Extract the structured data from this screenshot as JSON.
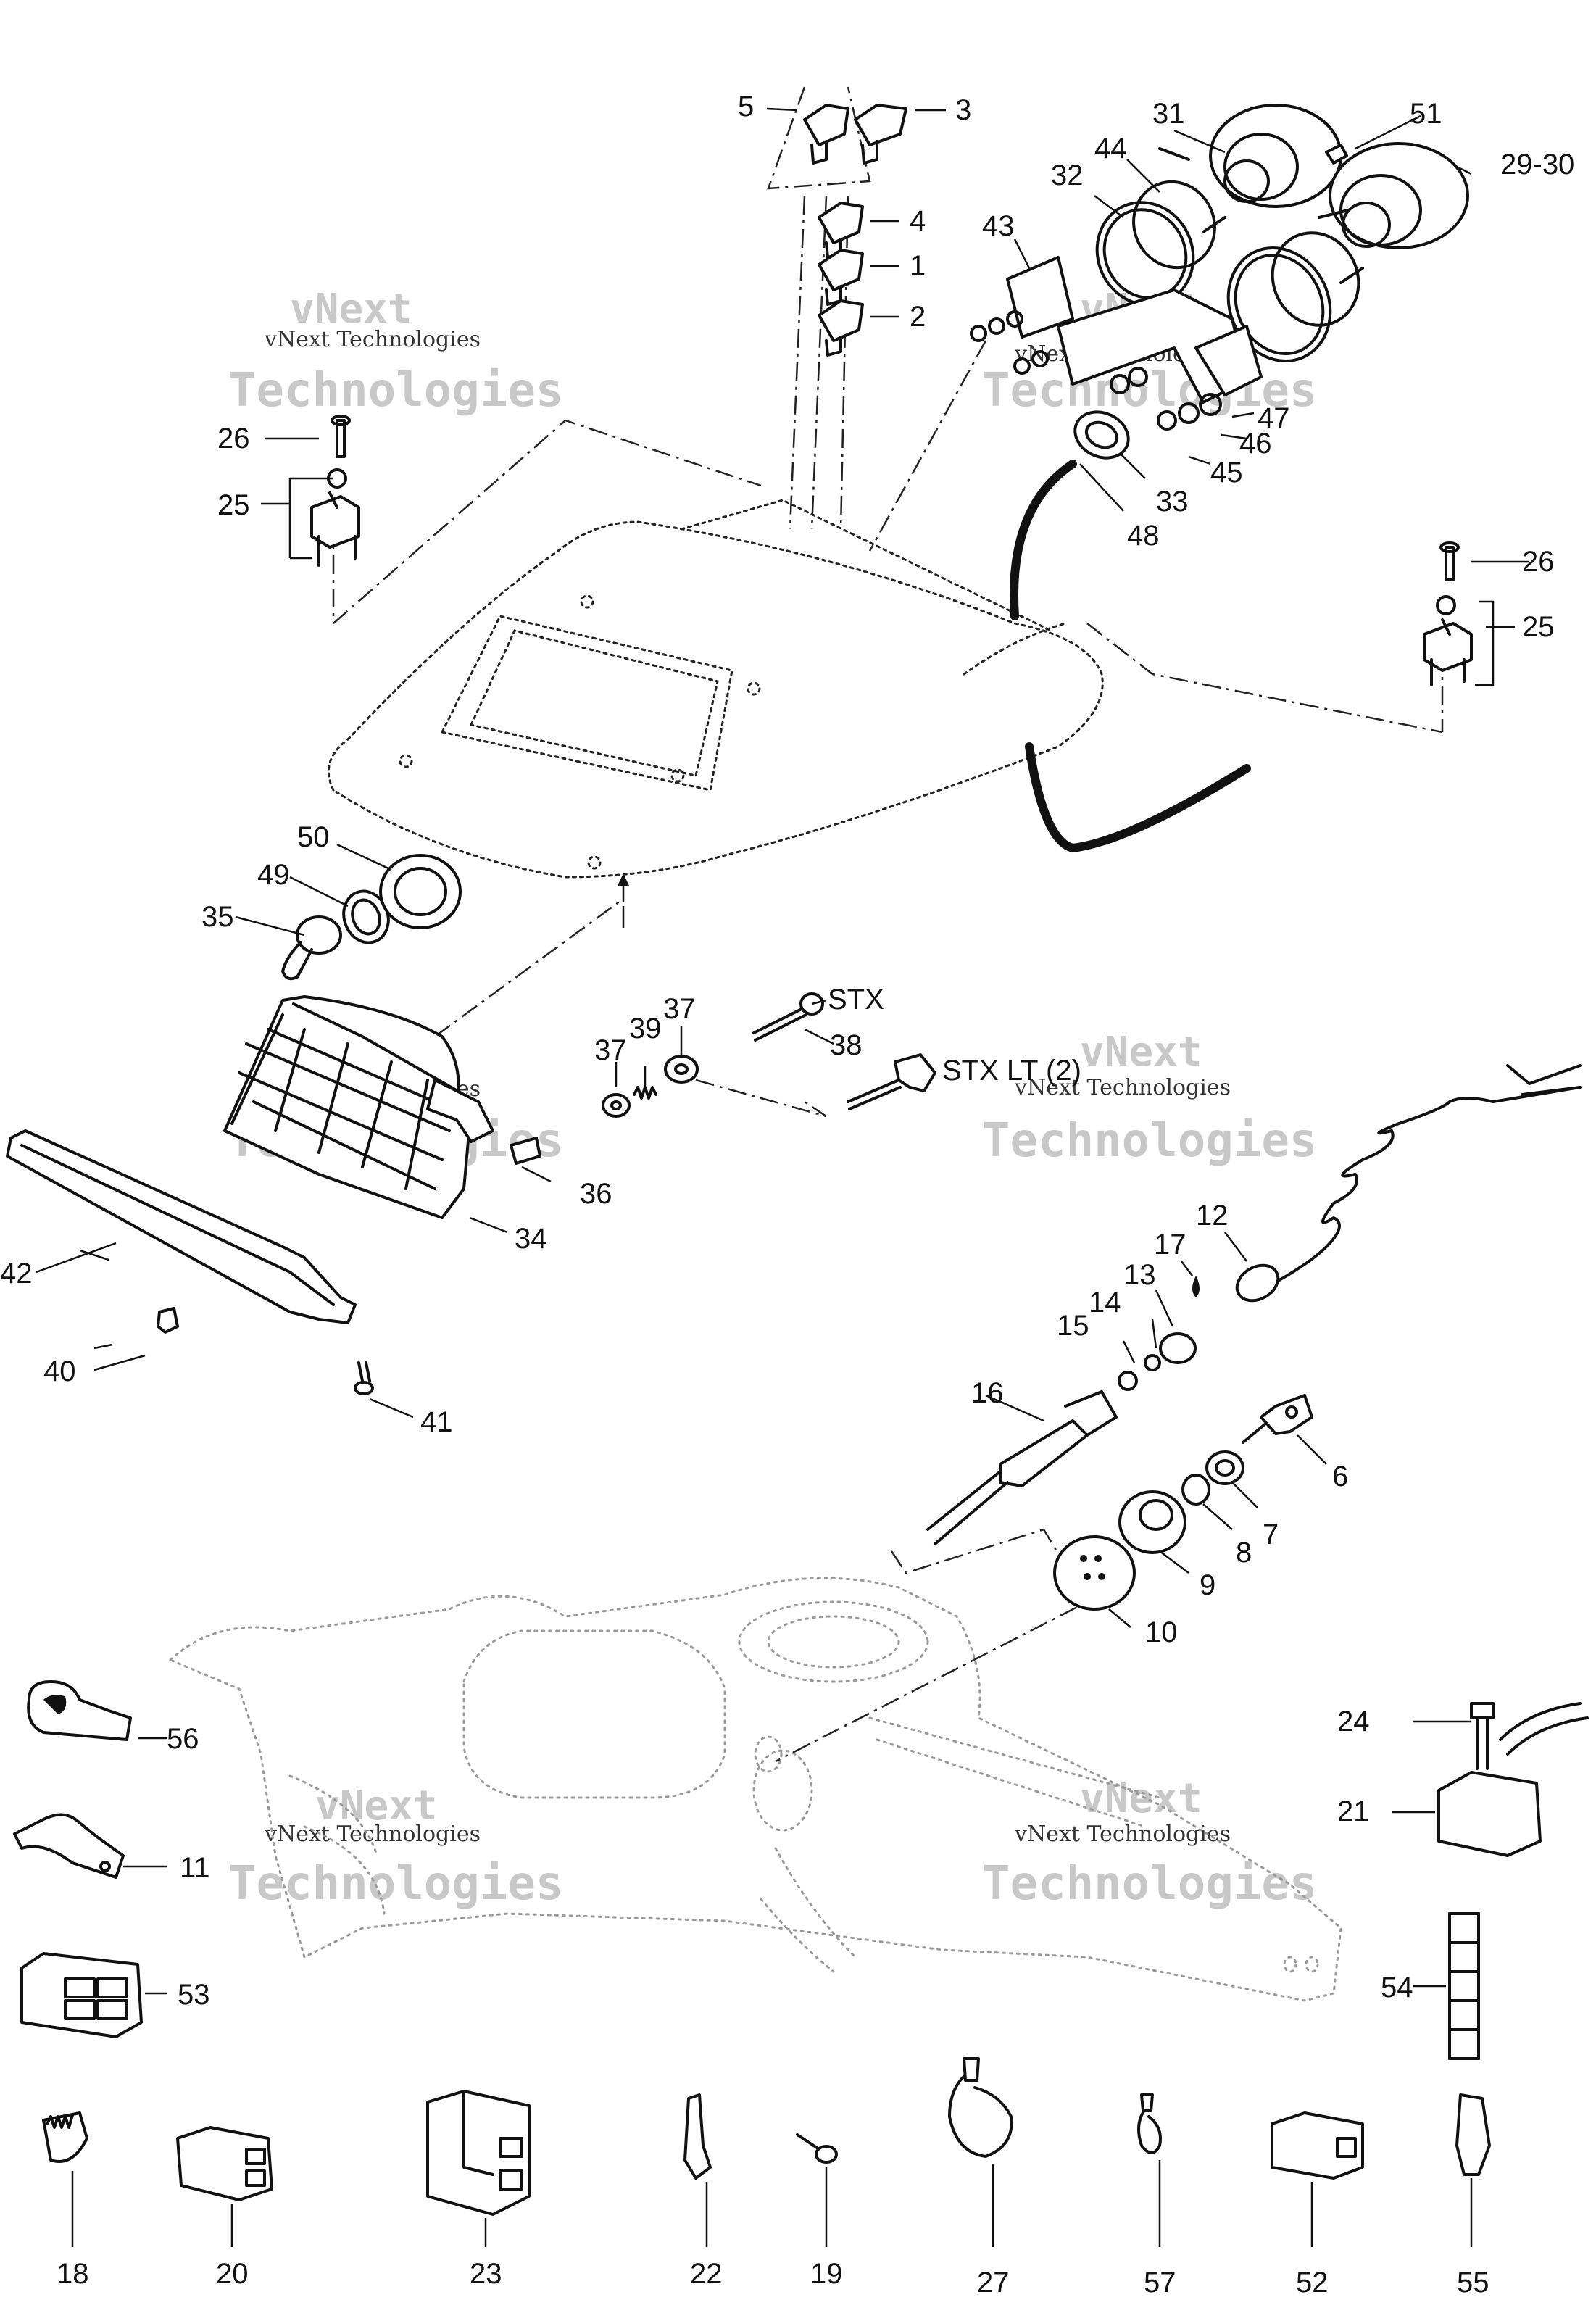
{
  "watermark": {
    "small": "vNext Technologies",
    "large_top": "vNext",
    "large_bottom": "Technologies"
  },
  "callouts": [
    {
      "id": "1",
      "text": "1"
    },
    {
      "id": "2",
      "text": "2"
    },
    {
      "id": "3",
      "text": "3"
    },
    {
      "id": "4",
      "text": "4"
    },
    {
      "id": "5",
      "text": "5"
    },
    {
      "id": "6",
      "text": "6"
    },
    {
      "id": "7",
      "text": "7"
    },
    {
      "id": "8",
      "text": "8"
    },
    {
      "id": "9",
      "text": "9"
    },
    {
      "id": "10",
      "text": "10"
    },
    {
      "id": "11",
      "text": "11"
    },
    {
      "id": "12",
      "text": "12"
    },
    {
      "id": "13",
      "text": "13"
    },
    {
      "id": "14",
      "text": "14"
    },
    {
      "id": "15",
      "text": "15"
    },
    {
      "id": "16",
      "text": "16"
    },
    {
      "id": "17",
      "text": "17"
    },
    {
      "id": "18",
      "text": "18"
    },
    {
      "id": "19",
      "text": "19"
    },
    {
      "id": "20",
      "text": "20"
    },
    {
      "id": "21",
      "text": "21"
    },
    {
      "id": "22",
      "text": "22"
    },
    {
      "id": "23",
      "text": "23"
    },
    {
      "id": "24",
      "text": "24"
    },
    {
      "id": "25a",
      "text": "25"
    },
    {
      "id": "25b",
      "text": "25"
    },
    {
      "id": "26a",
      "text": "26"
    },
    {
      "id": "26b",
      "text": "26"
    },
    {
      "id": "27",
      "text": "27"
    },
    {
      "id": "29-30",
      "text": "29-30"
    },
    {
      "id": "31",
      "text": "31"
    },
    {
      "id": "32",
      "text": "32"
    },
    {
      "id": "33",
      "text": "33"
    },
    {
      "id": "34",
      "text": "34"
    },
    {
      "id": "35",
      "text": "35"
    },
    {
      "id": "36",
      "text": "36"
    },
    {
      "id": "37a",
      "text": "37"
    },
    {
      "id": "37b",
      "text": "37"
    },
    {
      "id": "38",
      "text": "38"
    },
    {
      "id": "39",
      "text": "39"
    },
    {
      "id": "40",
      "text": "40"
    },
    {
      "id": "41",
      "text": "41"
    },
    {
      "id": "42",
      "text": "42"
    },
    {
      "id": "43",
      "text": "43"
    },
    {
      "id": "44",
      "text": "44"
    },
    {
      "id": "45",
      "text": "45"
    },
    {
      "id": "46",
      "text": "46"
    },
    {
      "id": "47",
      "text": "47"
    },
    {
      "id": "48",
      "text": "48"
    },
    {
      "id": "49",
      "text": "49"
    },
    {
      "id": "50",
      "text": "50"
    },
    {
      "id": "51",
      "text": "51"
    },
    {
      "id": "52",
      "text": "52"
    },
    {
      "id": "53",
      "text": "53"
    },
    {
      "id": "54",
      "text": "54"
    },
    {
      "id": "55",
      "text": "55"
    },
    {
      "id": "56",
      "text": "56"
    },
    {
      "id": "57",
      "text": "57"
    },
    {
      "id": "stx",
      "text": "STX"
    },
    {
      "id": "stxlt",
      "text": "STX LT (2)"
    }
  ]
}
